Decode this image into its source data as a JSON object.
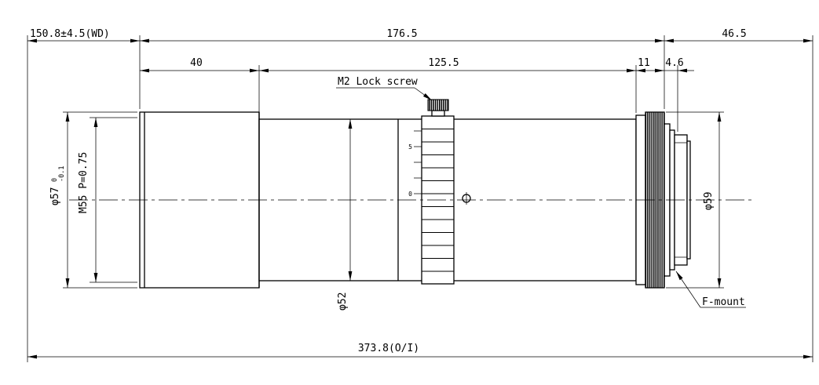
{
  "colors": {
    "line": "#000000",
    "background": "#ffffff"
  },
  "dimensions": {
    "working_distance": "150.8±4.5(WD)",
    "lens_length": "176.5",
    "flange_focal": "46.5",
    "front_section": "40",
    "mid_section": "125.5",
    "rear_section": "11",
    "mount_face": "4.6",
    "overall": "373.8(O/I)",
    "front_diameter": "φ57",
    "front_diameter_tol_upper": "0",
    "front_diameter_tol_lower": "-0.1",
    "filter_thread": "M55 P=0.75",
    "barrel_diameter": "φ52",
    "rear_diameter": "φ59"
  },
  "labels": {
    "lock_screw": "M2 Lock screw",
    "mount": "F-mount"
  },
  "focus_scale": {
    "upper": "5",
    "lower": "0"
  }
}
